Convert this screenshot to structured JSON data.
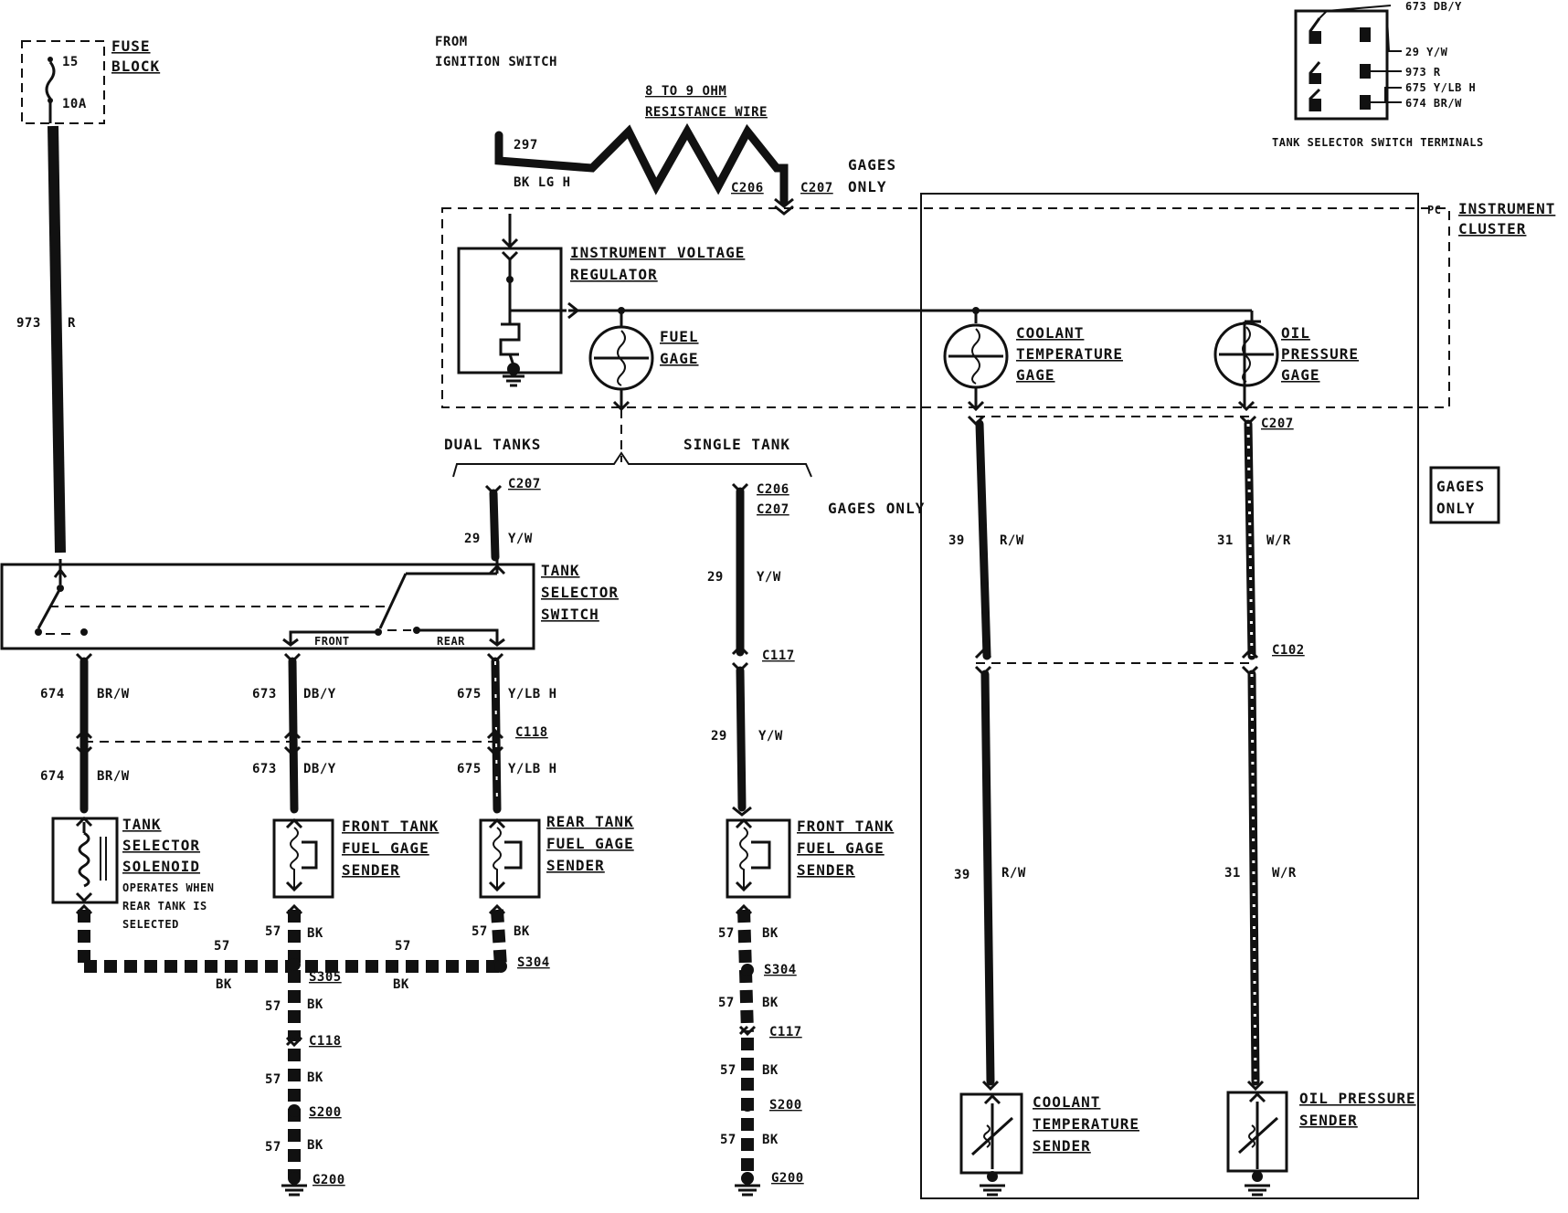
{
  "fuse": {
    "label_1": "FUSE",
    "label_2": "BLOCK",
    "number": "15",
    "rating": "10A"
  },
  "ignition": {
    "line1": "FROM",
    "line2": "IGNITION SWITCH"
  },
  "resistance_wire": {
    "line1": "8 TO 9 OHM",
    "line2": "RESISTANCE WIRE",
    "circuit": "297",
    "color": "BK LG H"
  },
  "connectors": {
    "c206": "C206",
    "c207": "C207",
    "c117": "C117",
    "c118": "C118",
    "c102": "C102",
    "s305": "S305",
    "s304": "S304",
    "s200": "S200",
    "g200": "G200",
    "pc": "PC"
  },
  "gages_only_top": {
    "line1": "GAGES",
    "line2": "ONLY"
  },
  "instrument_cluster": {
    "line1": "INSTRUMENT",
    "line2": "CLUSTER"
  },
  "regulator": {
    "line1": "INSTRUMENT VOLTAGE",
    "line2": "REGULATOR"
  },
  "fuel_gage": {
    "line1": "FUEL",
    "line2": "GAGE"
  },
  "coolant_gage": {
    "line1": "COOLANT",
    "line2": "TEMPERATURE",
    "line3": "GAGE"
  },
  "oil_gage": {
    "line1": "OIL",
    "line2": "PRESSURE",
    "line3": "GAGE"
  },
  "tanks": {
    "dual": "DUAL TANKS",
    "single": "SINGLE TANK",
    "gages_only": "GAGES ONLY"
  },
  "gages_only_box": {
    "line1": "GAGES",
    "line2": "ONLY"
  },
  "tank_selector_switch": {
    "line1": "TANK",
    "line2": "SELECTOR",
    "line3": "SWITCH",
    "front": "FRONT",
    "rear": "REAR"
  },
  "wires": {
    "w973": {
      "num": "973",
      "color": "R"
    },
    "w29": {
      "num": "29",
      "color": "Y/W"
    },
    "w674": {
      "num": "674",
      "color": "BR/W"
    },
    "w673": {
      "num": "673",
      "color": "DB/Y"
    },
    "w675": {
      "num": "675",
      "color": "Y/LB H"
    },
    "w39": {
      "num": "39",
      "color": "R/W"
    },
    "w31": {
      "num": "31",
      "color": "W/R"
    },
    "w57": {
      "num": "57",
      "color": "BK"
    }
  },
  "selector_solenoid": {
    "line1": "TANK",
    "line2": "SELECTOR",
    "line3": "SOLENOID",
    "note1": "OPERATES WHEN",
    "note2": "REAR TANK IS",
    "note3": "SELECTED"
  },
  "front_sender": {
    "line1": "FRONT TANK",
    "line2": "FUEL GAGE",
    "line3": "SENDER"
  },
  "rear_sender": {
    "line1": "REAR TANK",
    "line2": "FUEL GAGE",
    "line3": "SENDER"
  },
  "coolant_sender": {
    "line1": "COOLANT",
    "line2": "TEMPERATURE",
    "line3": "SENDER"
  },
  "oil_sender": {
    "line1": "OIL PRESSURE",
    "line2": "SENDER"
  },
  "terminals": {
    "title": "TANK SELECTOR SWITCH TERMINALS",
    "t1": "673 DB/Y",
    "t2": "29 Y/W",
    "t3": "973 R",
    "t4": "675 Y/LB H",
    "t5": "674 BR/W"
  }
}
